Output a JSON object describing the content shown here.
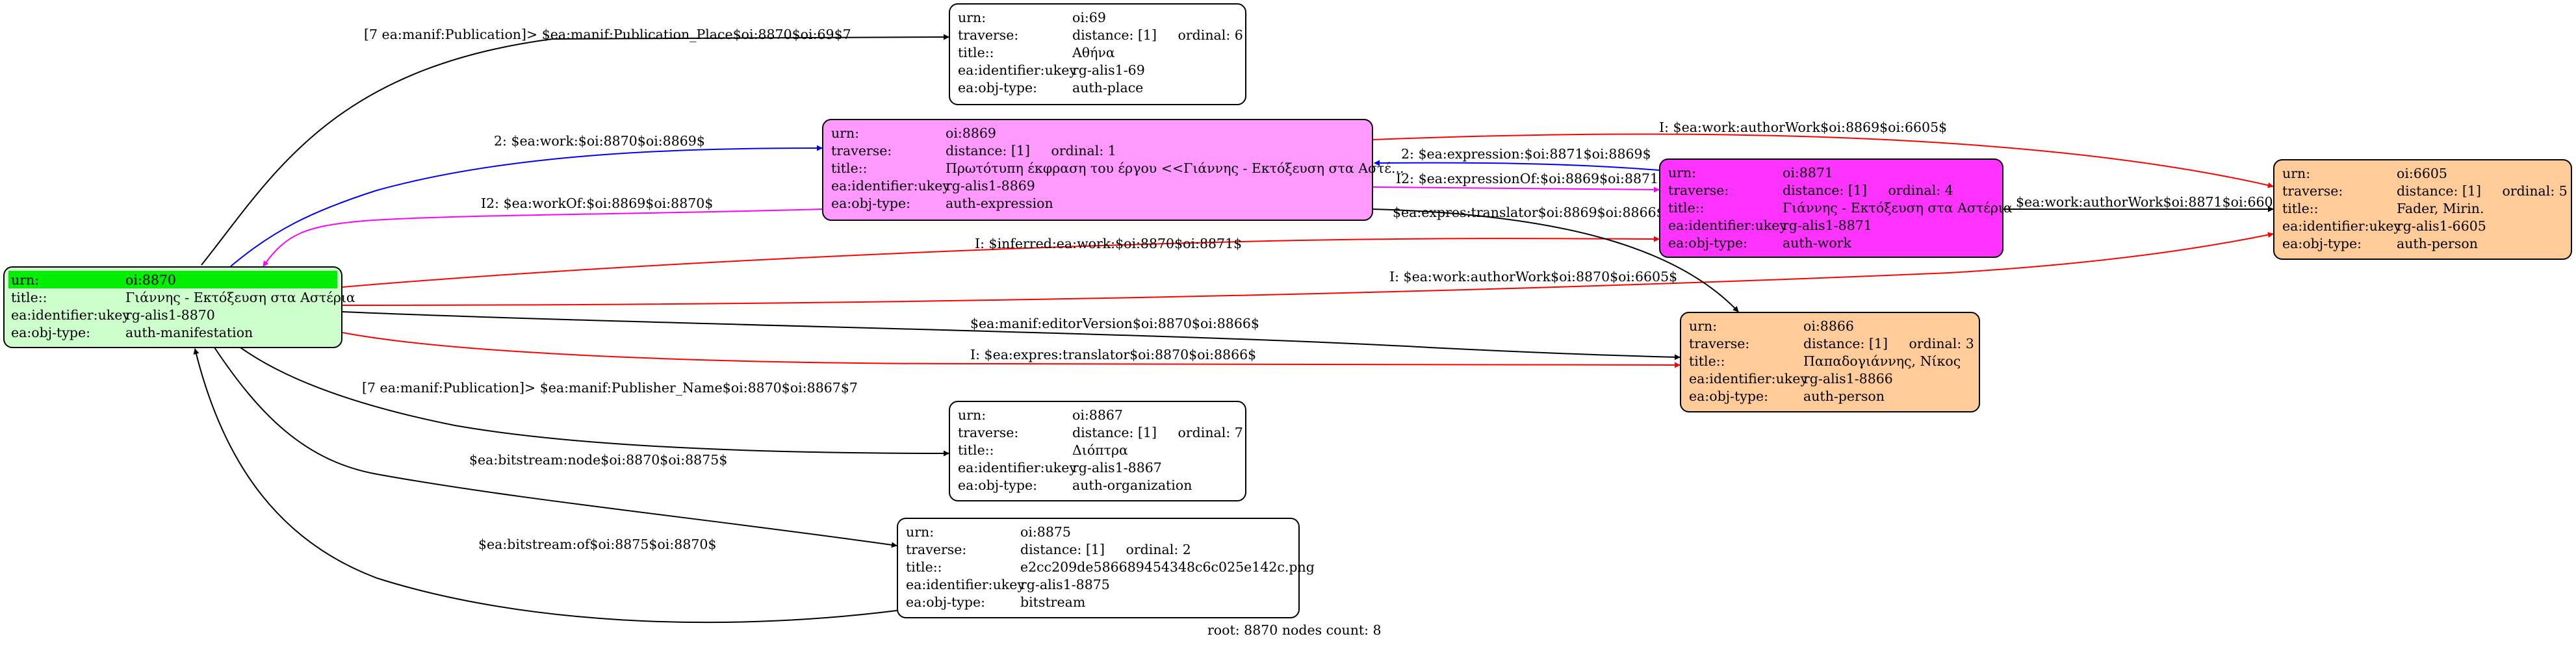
{
  "nodes": {
    "n8870": {
      "color": "#ccffcc",
      "urn_label": "urn:",
      "urn": "oi:8870",
      "title_label": "title::",
      "title": "Γιάννης - Εκτόξευση στα Αστέρια",
      "ukey_label": "ea:identifier:ukey",
      "ukey": "rg-alis1-8870",
      "type_label": "ea:obj-type:",
      "type": "auth-manifestation"
    },
    "n69": {
      "color": "#ffffff",
      "urn_label": "urn:",
      "urn": "oi:69",
      "traverse_label": "traverse:",
      "distance": "distance: [1]",
      "ordinal": "ordinal: 6",
      "title_label": "title::",
      "title": "Αθήνα",
      "ukey_label": "ea:identifier:ukey",
      "ukey": "rg-alis1-69",
      "type_label": "ea:obj-type:",
      "type": "auth-place"
    },
    "n8869": {
      "color": "#ff99ff",
      "urn_label": "urn:",
      "urn": "oi:8869",
      "traverse_label": "traverse:",
      "distance": "distance: [1]",
      "ordinal": "ordinal: 1",
      "title_label": "title::",
      "title": "Πρωτότυπη έκφραση του έργου <<Γιάννης - Εκτόξευση στα Αστέ...",
      "ukey_label": "ea:identifier:ukey",
      "ukey": "rg-alis1-8869",
      "type_label": "ea:obj-type:",
      "type": "auth-expression"
    },
    "n8871": {
      "color": "#ff33ff",
      "urn_label": "urn:",
      "urn": "oi:8871",
      "traverse_label": "traverse:",
      "distance": "distance: [1]",
      "ordinal": "ordinal: 4",
      "title_label": "title::",
      "title": "Γιάννης - Εκτόξευση στα Αστέρια",
      "ukey_label": "ea:identifier:ukey",
      "ukey": "rg-alis1-8871",
      "type_label": "ea:obj-type:",
      "type": "auth-work"
    },
    "n6605": {
      "color": "#ffcc99",
      "urn_label": "urn:",
      "urn": "oi:6605",
      "traverse_label": "traverse:",
      "distance": "distance: [1]",
      "ordinal": "ordinal: 5",
      "title_label": "title::",
      "title": "Fader, Mirin.",
      "ukey_label": "ea:identifier:ukey",
      "ukey": "rg-alis1-6605",
      "type_label": "ea:obj-type:",
      "type": "auth-person"
    },
    "n8866": {
      "color": "#ffcc99",
      "urn_label": "urn:",
      "urn": "oi:8866",
      "traverse_label": "traverse:",
      "distance": "distance: [1]",
      "ordinal": "ordinal: 3",
      "title_label": "title::",
      "title": "Παπαδογιάννης, Νίκος",
      "ukey_label": "ea:identifier:ukey",
      "ukey": "rg-alis1-8866",
      "type_label": "ea:obj-type:",
      "type": "auth-person"
    },
    "n8867": {
      "color": "#ffffff",
      "urn_label": "urn:",
      "urn": "oi:8867",
      "traverse_label": "traverse:",
      "distance": "distance: [1]",
      "ordinal": "ordinal: 7",
      "title_label": "title::",
      "title": "Διόπτρα",
      "ukey_label": "ea:identifier:ukey",
      "ukey": "rg-alis1-8867",
      "type_label": "ea:obj-type:",
      "type": "auth-organization"
    },
    "n8875": {
      "color": "#ffffff",
      "urn_label": "urn:",
      "urn": "oi:8875",
      "traverse_label": "traverse:",
      "distance": "distance: [1]",
      "ordinal": "ordinal: 2",
      "title_label": "title::",
      "title": "e2cc209de586689454348c6c025e142c.png",
      "ukey_label": "ea:identifier:ukey",
      "ukey": "rg-alis1-8875",
      "type_label": "ea:obj-type:",
      "type": "bitstream"
    }
  },
  "edges": [
    {
      "label": "[7 ea:manif:Publication]> $ea:manif:Publication_Place$oi:8870$oi:69$7",
      "color": "#000000"
    },
    {
      "label": "2: $ea:work:$oi:8870$oi:8869$",
      "color": "#0000ff"
    },
    {
      "label": "I2: $ea:workOf:$oi:8869$oi:8870$",
      "color": "#ff00ff"
    },
    {
      "label": "I: $inferred:ea:work:$oi:8870$oi:8871$",
      "color": "#ff0000"
    },
    {
      "label": "I: $ea:work:authorWork$oi:8870$oi:6605$",
      "color": "#ff0000"
    },
    {
      "label": "$ea:manif:editorVersion$oi:8870$oi:8866$",
      "color": "#000000"
    },
    {
      "label": "I: $ea:expres:translator$oi:8870$oi:8866$",
      "color": "#ff0000"
    },
    {
      "label": "[7 ea:manif:Publication]> $ea:manif:Publisher_Name$oi:8870$oi:8867$7",
      "color": "#000000"
    },
    {
      "label": "$ea:bitstream:node$oi:8870$oi:8875$",
      "color": "#000000"
    },
    {
      "label": "$ea:bitstream:of$oi:8875$oi:8870$",
      "color": "#000000"
    },
    {
      "label": "I: $ea:work:authorWork$oi:8869$oi:6605$",
      "color": "#ff0000"
    },
    {
      "label": "2: $ea:expression:$oi:8871$oi:8869$",
      "color": "#0000ff"
    },
    {
      "label": "I2: $ea:expressionOf:$oi:8869$oi:8871$",
      "color": "#ff00ff"
    },
    {
      "label": "$ea:expres:translator$oi:8869$oi:8866$",
      "color": "#000000"
    },
    {
      "label": "$ea:work:authorWork$oi:8871$oi:6605$",
      "color": "#000000"
    }
  ],
  "footer": "root: 8870 nodes count: 8"
}
